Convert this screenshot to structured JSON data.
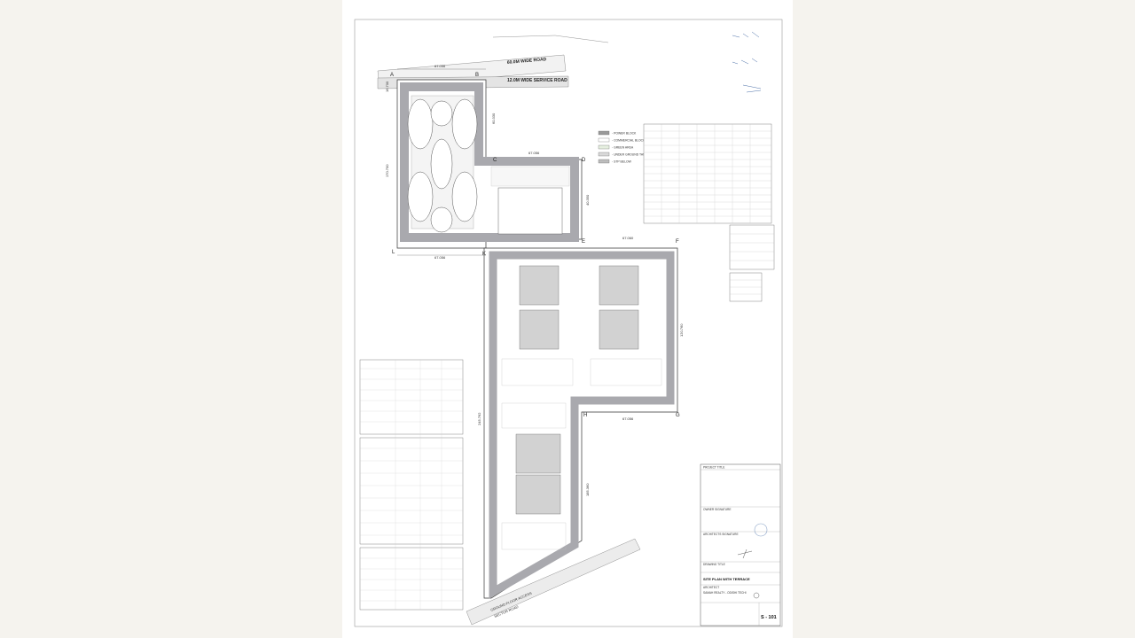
{
  "drawing": {
    "roads": {
      "main": "60.0M WIDE ROAD",
      "service": "12.0M WIDE SERVICE ROAD",
      "bottom_1": "GROUND FLOOR ACCESS",
      "bottom_2": "SECTOR ROAD"
    },
    "corners": [
      "A",
      "B",
      "C",
      "D",
      "E",
      "F",
      "G",
      "H",
      "K",
      "L"
    ],
    "dimensions": {
      "top": "67.056",
      "mid": "67.056",
      "lower_left": "67.056",
      "ef": "67.060",
      "hg": "67.056",
      "left_vertical": "170.700",
      "left_top": "16.700",
      "bc": "60.330",
      "de": "40.350",
      "fg": "120.760",
      "long_vertical": "245.762",
      "lower_vertical": "185.360"
    },
    "legend": [
      {
        "label": "- POWER BLOCK",
        "swatch": "#9a9a9a"
      },
      {
        "label": "- COMMERCIAL BLOCK",
        "swatch": "#ffffff"
      },
      {
        "label": "- GREEN AREA",
        "swatch": "#e6efe0"
      },
      {
        "label": "- UNDER GROUND TANK",
        "swatch": "#d9d9d9"
      },
      {
        "label": "- STP BELOW",
        "swatch": "#bdbdbd"
      }
    ],
    "title_block": {
      "project_title_label": "PROJECT TITLE",
      "owner_label": "OWNER SIGNATURE",
      "architect_label": "ARCHITECTS SIGNATURE",
      "drawing_title_label": "DRAWING TITLE",
      "drawing_title": "SITE PLAN WITH TERRACE",
      "architect_heading": "ARCHITECT",
      "architect_name": "SAMAH REALTY - ODISHI TECHI",
      "sheet_number": "S - 101"
    },
    "colors": {
      "paper": "#ffffff",
      "background": "#f5f3ee",
      "road_fill": "#b8b8bc",
      "line": "#444444"
    }
  }
}
